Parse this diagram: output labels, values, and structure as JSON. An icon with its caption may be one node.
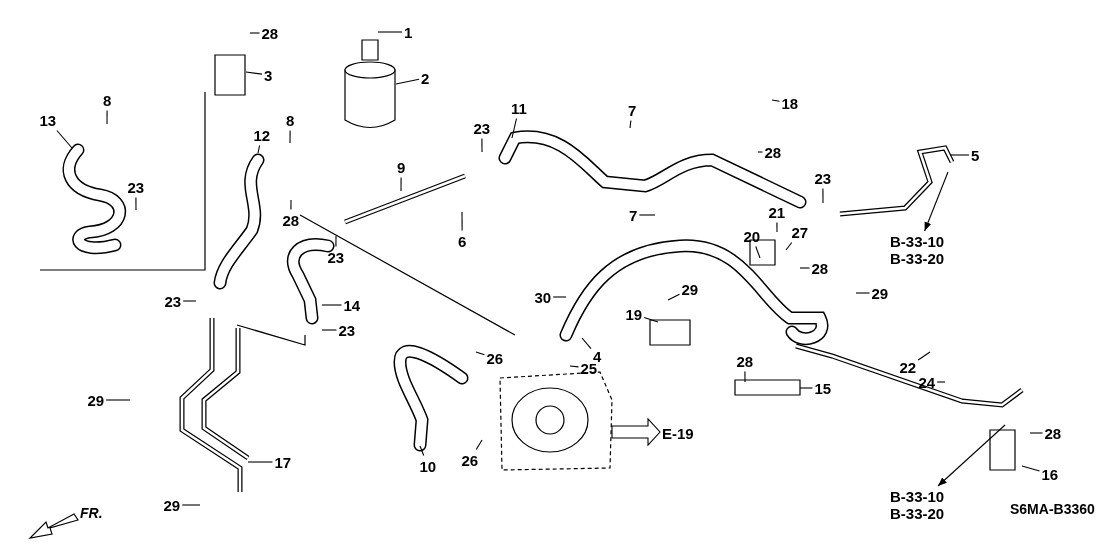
{
  "diagram": {
    "nodes": [
      {
        "text": [
          "28"
        ]
      },
      {
        "text": [
          "1"
        ]
      },
      {
        "text": [
          "3"
        ]
      },
      {
        "text": [
          "2"
        ]
      },
      {
        "text": [
          "8"
        ]
      },
      {
        "text": [
          "11"
        ]
      },
      {
        "text": [
          "18"
        ]
      },
      {
        "text": [
          "7"
        ]
      },
      {
        "text": [
          "13"
        ]
      },
      {
        "text": [
          "8"
        ]
      },
      {
        "text": [
          "23"
        ]
      },
      {
        "text": [
          "12"
        ]
      },
      {
        "text": [
          "28"
        ]
      },
      {
        "text": [
          "5"
        ]
      },
      {
        "text": [
          "9"
        ]
      },
      {
        "text": [
          "23"
        ]
      },
      {
        "text": [
          "23"
        ]
      },
      {
        "text": [
          "21"
        ]
      },
      {
        "text": [
          "7"
        ]
      },
      {
        "text": [
          "28"
        ]
      },
      {
        "text": [
          "27"
        ]
      },
      {
        "text": [
          "20"
        ]
      },
      {
        "text": [
          "6"
        ]
      },
      {
        "text": [
          "B-33-10",
          "B-33-20"
        ]
      },
      {
        "text": [
          "23"
        ]
      },
      {
        "text": [
          "28"
        ]
      },
      {
        "text": [
          "29"
        ]
      },
      {
        "text": [
          "29"
        ]
      },
      {
        "text": [
          "30"
        ]
      },
      {
        "text": [
          "23"
        ]
      },
      {
        "text": [
          "14"
        ]
      },
      {
        "text": [
          "19"
        ]
      },
      {
        "text": [
          "23"
        ]
      },
      {
        "text": [
          "26"
        ]
      },
      {
        "text": [
          "4"
        ]
      },
      {
        "text": [
          "25"
        ]
      },
      {
        "text": [
          "28"
        ]
      },
      {
        "text": [
          "22"
        ]
      },
      {
        "text": [
          "24"
        ]
      },
      {
        "text": [
          "15"
        ]
      },
      {
        "text": [
          "29"
        ]
      },
      {
        "text": [
          "E-19"
        ]
      },
      {
        "text": [
          "28"
        ]
      },
      {
        "text": [
          "26"
        ]
      },
      {
        "text": [
          "10"
        ]
      },
      {
        "text": [
          "17"
        ]
      },
      {
        "text": [
          "16"
        ]
      },
      {
        "text": [
          "B-33-10",
          "B-33-20"
        ]
      },
      {
        "text": [
          "29"
        ]
      }
    ],
    "edges": [
      {
        "from": 0,
        "to": null,
        "arrow": "none"
      },
      {
        "from": 1,
        "to": null,
        "arrow": "none"
      },
      {
        "from": 2,
        "to": null,
        "arrow": "none"
      },
      {
        "from": 3,
        "to": null,
        "arrow": "none"
      },
      {
        "from": 4,
        "to": null,
        "arrow": "none"
      },
      {
        "from": 5,
        "to": null,
        "arrow": "none"
      },
      {
        "from": 6,
        "to": null,
        "arrow": "none"
      },
      {
        "from": 7,
        "to": null,
        "arrow": "none"
      },
      {
        "from": 8,
        "to": null,
        "arrow": "none"
      },
      {
        "from": 9,
        "to": null,
        "arrow": "none"
      },
      {
        "from": 10,
        "to": null,
        "arrow": "none"
      },
      {
        "from": 11,
        "to": null,
        "arrow": "none"
      },
      {
        "from": 12,
        "to": null,
        "arrow": "none"
      },
      {
        "from": 13,
        "to": null,
        "arrow": "none"
      },
      {
        "from": 14,
        "to": null,
        "arrow": "none"
      },
      {
        "from": 15,
        "to": null,
        "arrow": "none"
      },
      {
        "from": 16,
        "to": null,
        "arrow": "none"
      },
      {
        "from": 17,
        "to": null,
        "arrow": "none"
      },
      {
        "from": 18,
        "to": null,
        "arrow": "none"
      },
      {
        "from": 19,
        "to": null,
        "arrow": "none"
      },
      {
        "from": 20,
        "to": null,
        "arrow": "none"
      },
      {
        "from": 21,
        "to": null,
        "arrow": "none"
      },
      {
        "from": 22,
        "to": null,
        "arrow": "none"
      },
      {
        "from": null,
        "to": 23,
        "arrow": "to"
      },
      {
        "from": 24,
        "to": null,
        "arrow": "none"
      },
      {
        "from": 25,
        "to": null,
        "arrow": "none"
      },
      {
        "from": 26,
        "to": null,
        "arrow": "none"
      },
      {
        "from": 27,
        "to": null,
        "arrow": "none"
      },
      {
        "from": 28,
        "to": null,
        "arrow": "none"
      },
      {
        "from": 29,
        "to": null,
        "arrow": "none"
      },
      {
        "from": 30,
        "to": null,
        "arrow": "none"
      },
      {
        "from": 31,
        "to": null,
        "arrow": "none"
      },
      {
        "from": 32,
        "to": null,
        "arrow": "none"
      },
      {
        "from": 33,
        "to": null,
        "arrow": "none"
      },
      {
        "from": 34,
        "to": null,
        "arrow": "none"
      },
      {
        "from": 35,
        "to": null,
        "arrow": "none"
      },
      {
        "from": 36,
        "to": null,
        "arrow": "none"
      },
      {
        "from": 37,
        "to": null,
        "arrow": "none"
      },
      {
        "from": 38,
        "to": null,
        "arrow": "none"
      },
      {
        "from": 39,
        "to": null,
        "arrow": "none"
      },
      {
        "from": 40,
        "to": null,
        "arrow": "none"
      },
      {
        "from": null,
        "to": 41,
        "arrow": "to"
      },
      {
        "from": 42,
        "to": null,
        "arrow": "none"
      },
      {
        "from": 43,
        "to": null,
        "arrow": "none"
      },
      {
        "from": 44,
        "to": null,
        "arrow": "none"
      },
      {
        "from": 45,
        "to": null,
        "arrow": "none"
      },
      {
        "from": 46,
        "to": null,
        "arrow": "none"
      },
      {
        "from": null,
        "to": 47,
        "arrow": "to"
      },
      {
        "from": 48,
        "to": null,
        "arrow": "none"
      }
    ],
    "labels": [
      "FR.",
      "S6MA-B3360"
    ]
  }
}
